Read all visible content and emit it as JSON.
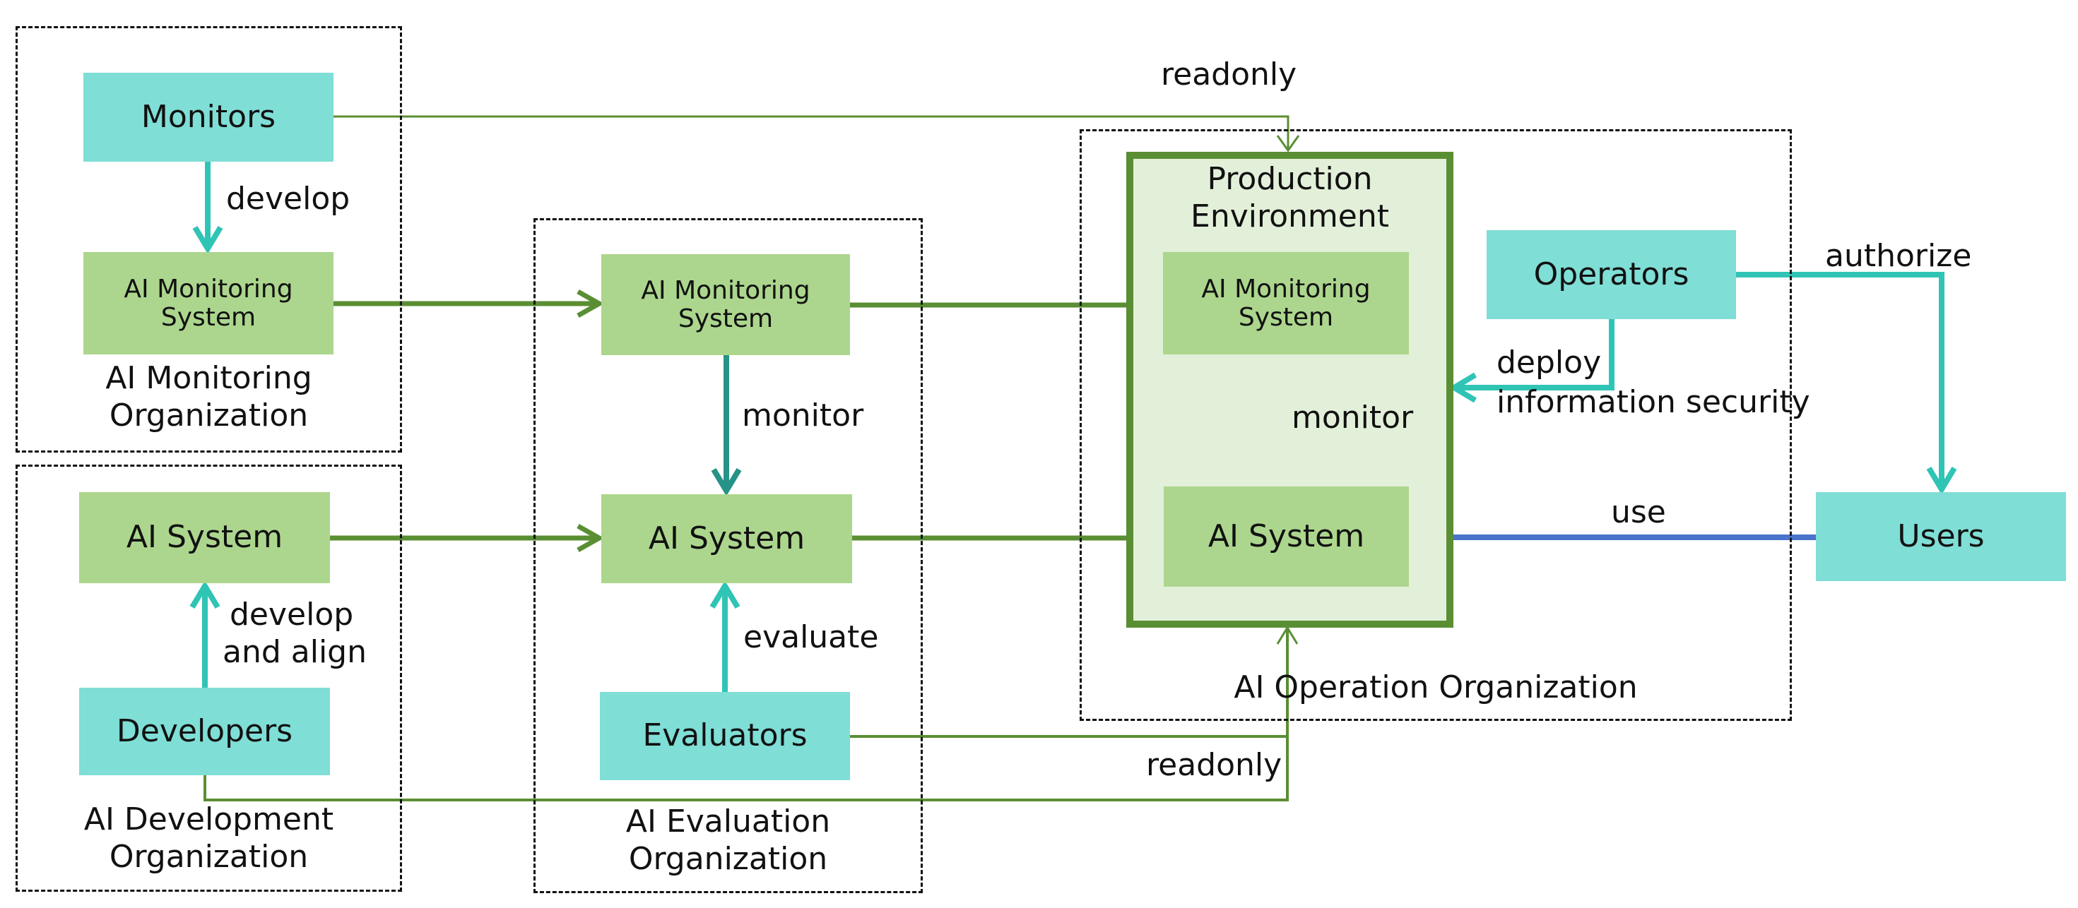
{
  "organizations": {
    "monitoring": "AI Monitoring Organization",
    "development": "AI Development Organization",
    "evaluation": "AI Evaluation Organization",
    "operation": "AI Operation Organization"
  },
  "monitoring_org": {
    "line1": "AI Monitoring",
    "line2": "Organization"
  },
  "development_org": {
    "line1": "AI Development",
    "line2": "Organization"
  },
  "evaluation_org": {
    "line1": "AI Evaluation",
    "line2": "Organization"
  },
  "nodes": {
    "monitors": "Monitors",
    "developers": "Developers",
    "evaluators": "Evaluators",
    "operators": "Operators",
    "users": "Users",
    "ai_monitoring_system_line1": "AI Monitoring",
    "ai_monitoring_system_line2": "System",
    "ai_system": "AI System",
    "production_env_line1": "Production",
    "production_env_line2": "Environment"
  },
  "edges": {
    "develop": "develop",
    "develop_align_line1": "develop",
    "develop_align_line2": "and align",
    "monitor": "monitor",
    "evaluate": "evaluate",
    "readonly_top": "readonly",
    "readonly_bottom": "readonly",
    "authorize": "authorize",
    "deploy": "deploy",
    "information_security": "information security",
    "use": "use"
  },
  "colors": {
    "actor": "#7fded6",
    "system": "#acd68d",
    "production_fill": "#e3f0d9",
    "production_border": "#5a8e33",
    "flow_green": "#5a8e33",
    "teal_arrow": "#30c4b5",
    "dark_teal_arrow": "#279287",
    "use_blue": "#4a74cb"
  }
}
